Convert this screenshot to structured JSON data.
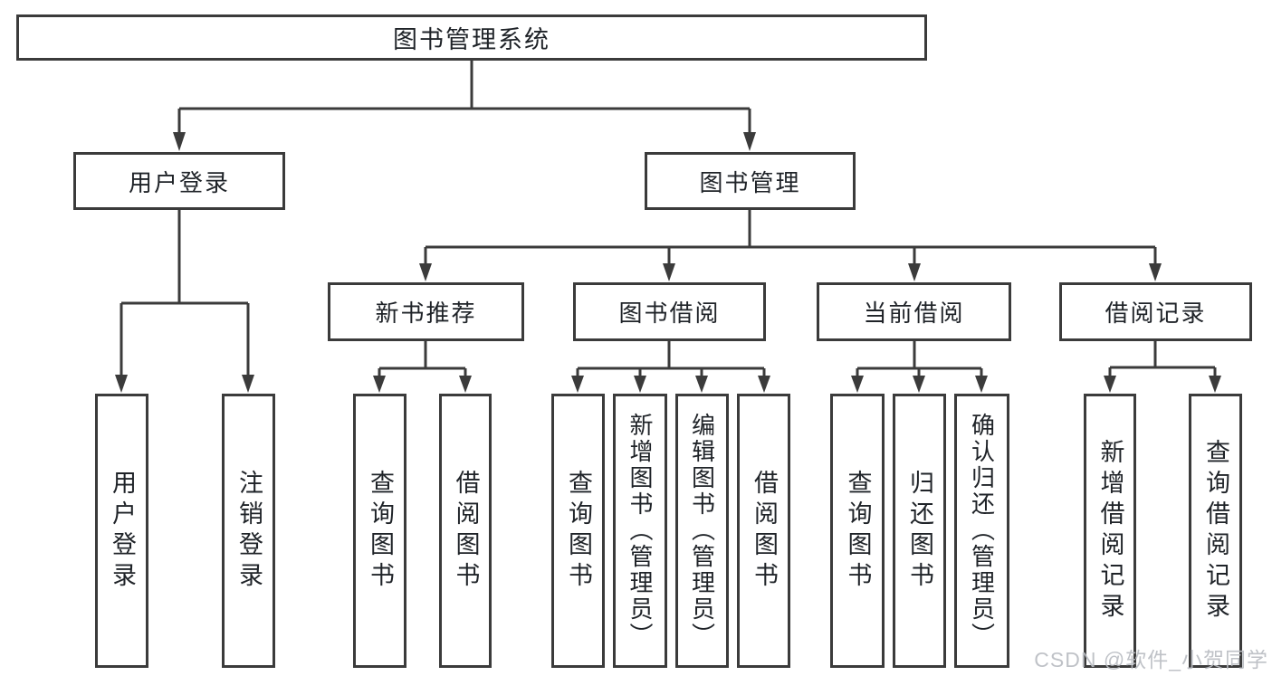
{
  "diagram": {
    "root": {
      "label": "图书管理系统"
    },
    "level2": [
      {
        "id": "user-login",
        "label": "用户登录",
        "parent": "图书管理系统"
      },
      {
        "id": "book-management",
        "label": "图书管理",
        "parent": "图书管理系统"
      }
    ],
    "level3": [
      {
        "id": "new-book-recommend",
        "label": "新书推荐",
        "parent": "图书管理"
      },
      {
        "id": "book-borrow",
        "label": "图书借阅",
        "parent": "图书管理"
      },
      {
        "id": "current-borrow",
        "label": "当前借阅",
        "parent": "图书管理"
      },
      {
        "id": "borrow-records",
        "label": "借阅记录",
        "parent": "图书管理"
      }
    ],
    "leaves": [
      {
        "label": "用户登录",
        "parent": "用户登录"
      },
      {
        "label": "注销登录",
        "parent": "用户登录"
      },
      {
        "label": "查询图书",
        "parent": "新书推荐"
      },
      {
        "label": "借阅图书",
        "parent": "新书推荐"
      },
      {
        "label": "查询图书",
        "parent": "图书借阅"
      },
      {
        "label": "新增图书（管理员）",
        "parent": "图书借阅"
      },
      {
        "label": "编辑图书（管理员）",
        "parent": "图书借阅"
      },
      {
        "label": "借阅图书",
        "parent": "图书借阅"
      },
      {
        "label": "查询图书",
        "parent": "当前借阅"
      },
      {
        "label": "归还图书",
        "parent": "当前借阅"
      },
      {
        "label": "确认归还（管理员）",
        "parent": "当前借阅"
      },
      {
        "label": "新增借阅记录",
        "parent": "借阅记录"
      },
      {
        "label": "查询借阅记录",
        "parent": "借阅记录"
      }
    ]
  },
  "watermark": {
    "text": "CSDN @软件_小贺同学"
  },
  "colors": {
    "line": "#3b3b3b",
    "text": "#1f2328",
    "background": "#ffffff",
    "watermark": "#b9bcc2"
  }
}
